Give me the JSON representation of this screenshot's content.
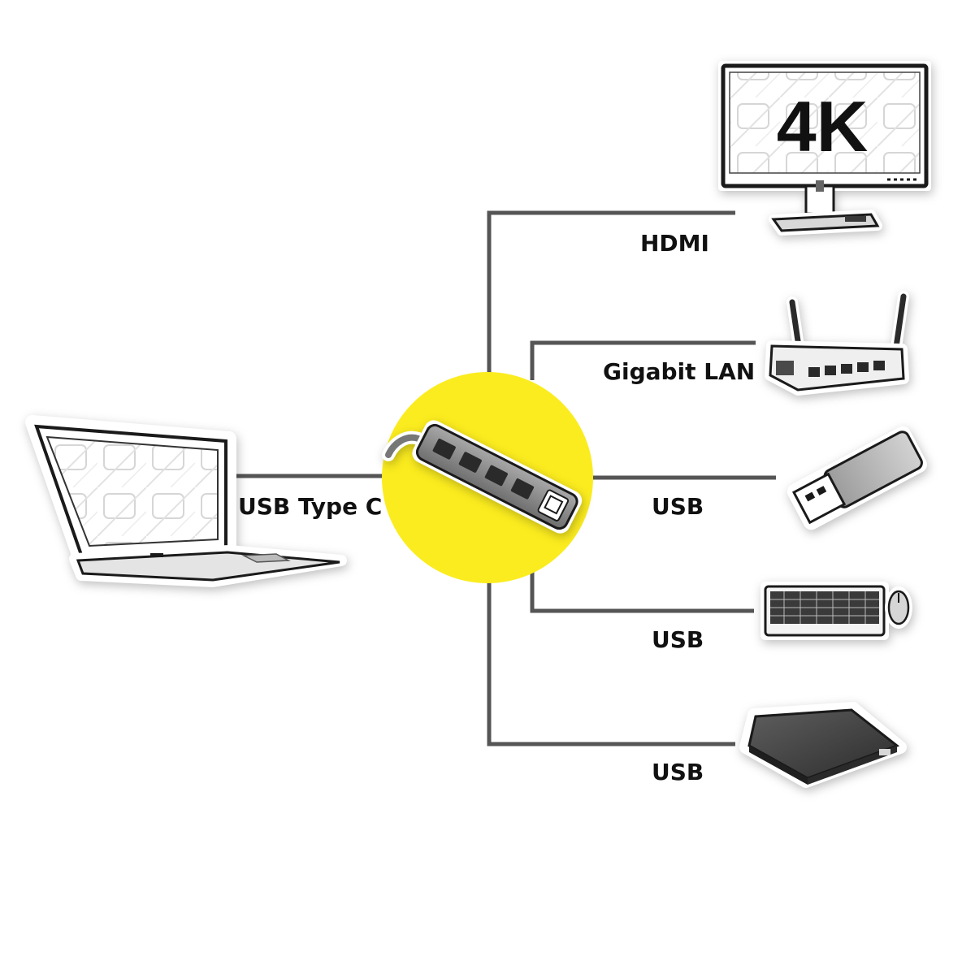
{
  "hub": {
    "accent_color": "#fbec1f"
  },
  "laptop": {
    "connection_label": "USB Type C"
  },
  "monitor": {
    "screen_text": "4K",
    "connection_label": "HDMI"
  },
  "router": {
    "connection_label": "Gigabit LAN"
  },
  "flash_drive": {
    "connection_label": "USB"
  },
  "keyboard_mouse": {
    "connection_label": "USB"
  },
  "external_drive": {
    "connection_label": "USB"
  },
  "colors": {
    "line": "#555555",
    "outline": "#1a1a1a",
    "hub_body": "#8a8a8a"
  }
}
